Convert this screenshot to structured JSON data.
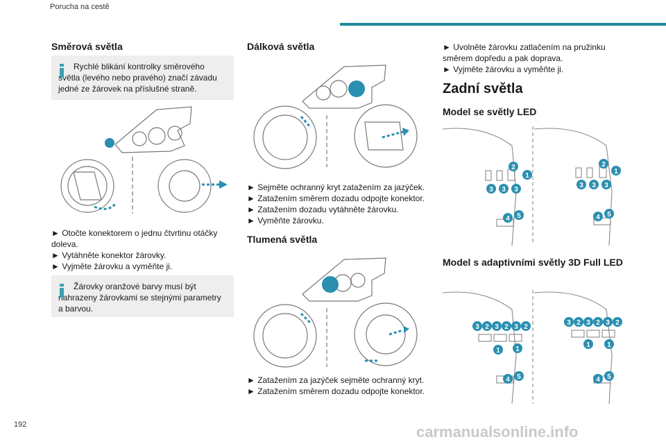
{
  "header": {
    "section": "Porucha na cestě",
    "page_number": "192"
  },
  "col1": {
    "title": "Směrová světla",
    "note1": "Rychlé blikání kontrolky směrového světla (levého nebo pravého) značí závadu jedné ze žárovek na příslušné straně.",
    "steps": [
      "► Otočte konektorem o jednu čtvrtinu otáčky doleva.",
      "► Vytáhněte konektor žárovky.",
      "► Vyjměte žárovku a vyměňte ji."
    ],
    "note2": "Žárovky oranžové barvy musí být nahrazeny žárovkami se stejnými parametry a barvou."
  },
  "col2": {
    "title_high": "Dálková světla",
    "steps_high": [
      "► Sejměte ochranný kryt zatažením za jazýček.",
      "► Zatažením směrem dozadu odpojte konektor.",
      "► Zatažením dozadu vytáhněte žárovku.",
      "► Vyměňte žárovku."
    ],
    "title_low": "Tlumená světla",
    "steps_low": [
      "► Zatažením za jazýček sejměte ochranný kryt.",
      "► Zatažením směrem dozadu odpojte konektor."
    ]
  },
  "col3": {
    "steps_top": [
      "► Uvolněte žárovku zatlačením na pružinku směrem dopředu a pak doprava.",
      "► Vyjměte žárovku a vyměňte ji."
    ],
    "section_title": "Zadní světla",
    "sub1": "Model se světly LED",
    "sub2": "Model s adaptivními světly 3D Full LED",
    "led_labels": [
      "1",
      "2",
      "3",
      "4",
      "5"
    ]
  },
  "watermark": "carmanualsonline.info",
  "colors": {
    "accent": "#1d8b99",
    "note_bg": "#eeeeee",
    "badge": "#2a8fb0"
  }
}
